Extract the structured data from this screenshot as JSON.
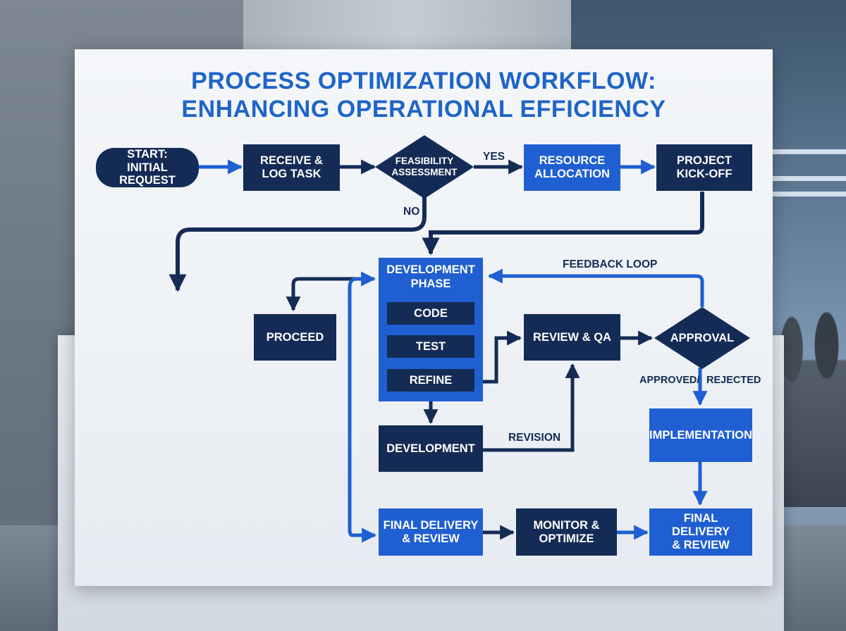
{
  "title": {
    "line1": "PROCESS OPTIMIZATION WORKFLOW:",
    "line2": "ENHANCING OPERATIONAL EFFICIENCY"
  },
  "nodes": {
    "start": "START:\nINITIAL REQUEST",
    "receive": "RECEIVE &\nLOG TASK",
    "feasibility": "FEASIBILITY\nASSESSMENT",
    "resource": "RESOURCE\nALLOCATION",
    "kickoff": "PROJECT\nKICK-OFF",
    "dev_phase": "DEVELOPMENT\nPHASE",
    "code": "CODE",
    "test": "TEST",
    "refine": "REFINE",
    "proceed": "PROCEED",
    "review_qa": "REVIEW & QA",
    "approval": "APPROVAL",
    "development": "DEVELOPMENT",
    "implementation": "IMPLEMENTATION",
    "final_delivery_left": "FINAL DELIVERY\n& REVIEW",
    "monitor": "MONITOR &\nOPTIMIZE",
    "final_delivery_right": "FINAL DELIVERY\n& REVIEW"
  },
  "labels": {
    "yes": "YES",
    "no": "NO",
    "feedback_loop": "FEEDBACK LOOP",
    "approved": "APPROVED/",
    "rejected": "REJECTED",
    "revision": "REVISION"
  },
  "colors": {
    "navy": "#142b55",
    "blue": "#1f5fd1",
    "title_blue": "#1f64c8",
    "board": "#f0f3f7"
  }
}
